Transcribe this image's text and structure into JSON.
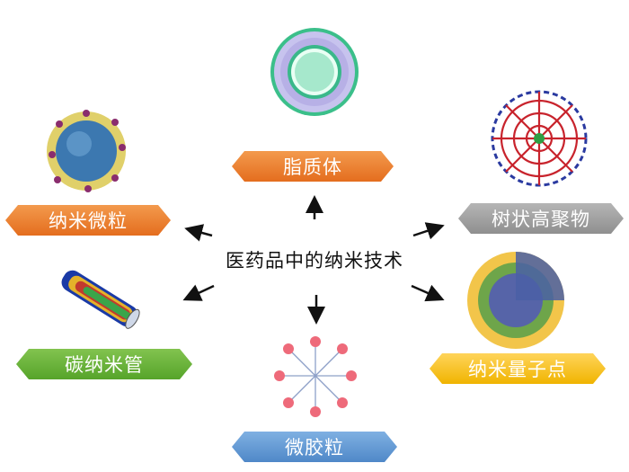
{
  "title": "医药品中的纳米技术",
  "items": {
    "liposome": {
      "label": "脂质体",
      "color": "#e8772a"
    },
    "nanoparticle": {
      "label": "纳米微粒",
      "color": "#e8772a"
    },
    "dendrimer": {
      "label": "树状高聚物",
      "color": "#9d9d9d"
    },
    "nanotube": {
      "label": "碳纳米管",
      "color": "#66ad38"
    },
    "quantum_dot": {
      "label": "纳米量子点",
      "color": "#f5c215"
    },
    "micelle": {
      "label": "微胶粒",
      "color": "#5d93cf"
    }
  }
}
